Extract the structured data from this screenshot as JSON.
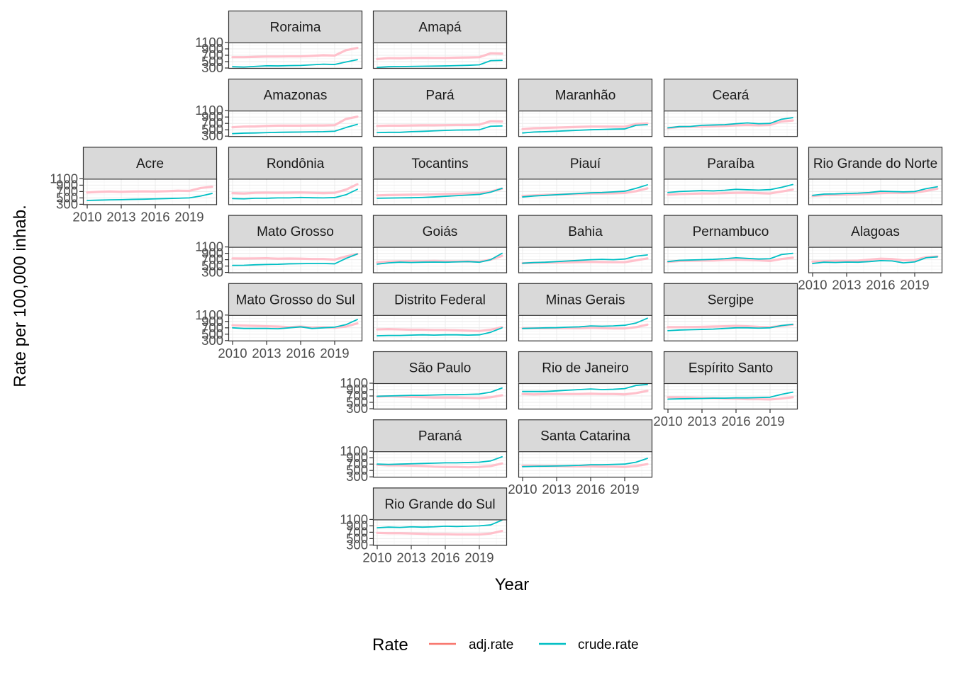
{
  "chart_data": {
    "type": "line",
    "facet_layout": "geofacet",
    "ylabel": "Rate per 100,000 inhab.",
    "xlabel": "Year",
    "x_ticks": [
      "2010",
      "2013",
      "2016",
      "2019"
    ],
    "y_ticks": [
      "300",
      "500",
      "700",
      "900",
      "1100"
    ],
    "ylim": [
      300,
      1100
    ],
    "xlim": [
      2010,
      2021
    ],
    "grid": true,
    "legend": {
      "title": "Rate",
      "position": "bottom",
      "entries": [
        {
          "name": "adj.rate",
          "color": "#F8766D"
        },
        {
          "name": "crude.rate",
          "color": "#00BFC4"
        }
      ]
    },
    "adj_rate_line_color": "#FFC0CB",
    "x": [
      2010,
      2011,
      2012,
      2013,
      2014,
      2015,
      2016,
      2017,
      2018,
      2019,
      2020,
      2021
    ],
    "panels": [
      {
        "name": "Roraima",
        "col": 2,
        "row": 0,
        "adj": [
          640,
          640,
          650,
          660,
          660,
          665,
          665,
          680,
          700,
          690,
          860,
          930
        ],
        "crude": [
          340,
          330,
          350,
          370,
          365,
          375,
          380,
          400,
          420,
          410,
          490,
          560
        ]
      },
      {
        "name": "Amapá",
        "col": 3,
        "row": 0,
        "adj": [
          580,
          610,
          605,
          615,
          620,
          615,
          615,
          625,
          630,
          640,
          760,
          750
        ],
        "crude": [
          320,
          340,
          345,
          350,
          355,
          360,
          365,
          375,
          385,
          400,
          530,
          540
        ]
      },
      {
        "name": "Amazonas",
        "col": 2,
        "row": 1,
        "adj": [
          580,
          600,
          605,
          620,
          630,
          630,
          630,
          635,
          635,
          645,
          840,
          910
        ],
        "crude": [
          380,
          395,
          400,
          410,
          420,
          425,
          430,
          435,
          440,
          455,
          570,
          670
        ]
      },
      {
        "name": "Pará",
        "col": 3,
        "row": 1,
        "adj": [
          620,
          630,
          630,
          635,
          640,
          640,
          645,
          650,
          650,
          660,
          770,
          760
        ],
        "crude": [
          410,
          420,
          420,
          440,
          450,
          465,
          480,
          490,
          495,
          500,
          610,
          620
        ]
      },
      {
        "name": "Maranhão",
        "col": 4,
        "row": 1,
        "adj": [
          520,
          550,
          560,
          570,
          580,
          590,
          600,
          600,
          600,
          595,
          680,
          700
        ],
        "crude": [
          400,
          430,
          440,
          455,
          470,
          485,
          500,
          510,
          520,
          525,
          640,
          660
        ]
      },
      {
        "name": "Ceará",
        "col": 5,
        "row": 1,
        "adj": [
          550,
          590,
          595,
          600,
          610,
          620,
          640,
          650,
          640,
          650,
          760,
          790
        ],
        "crude": [
          560,
          600,
          605,
          640,
          650,
          660,
          690,
          715,
          690,
          700,
          830,
          880
        ]
      },
      {
        "name": "Acre",
        "col": 1,
        "row": 2,
        "adj": [
          670,
          690,
          700,
          690,
          700,
          705,
          700,
          710,
          725,
          720,
          810,
          850
        ],
        "crude": [
          420,
          430,
          440,
          445,
          455,
          460,
          470,
          480,
          490,
          500,
          560,
          640
        ]
      },
      {
        "name": "Rondônia",
        "col": 2,
        "row": 2,
        "adj": [
          650,
          640,
          660,
          665,
          660,
          665,
          670,
          660,
          650,
          660,
          760,
          930
        ],
        "crude": [
          480,
          470,
          490,
          490,
          500,
          500,
          515,
          505,
          500,
          510,
          600,
          770
        ]
      },
      {
        "name": "Tocantins",
        "col": 3,
        "row": 2,
        "adj": [
          580,
          590,
          595,
          600,
          605,
          610,
          620,
          630,
          640,
          650,
          700,
          790
        ],
        "crude": [
          490,
          495,
          500,
          505,
          515,
          530,
          550,
          570,
          590,
          610,
          680,
          800
        ]
      },
      {
        "name": "Piauí",
        "col": 4,
        "row": 2,
        "adj": [
          560,
          580,
          595,
          605,
          615,
          625,
          635,
          640,
          645,
          655,
          710,
          800
        ],
        "crude": [
          530,
          560,
          580,
          600,
          620,
          640,
          660,
          670,
          690,
          710,
          800,
          910
        ]
      },
      {
        "name": "Paraíba",
        "col": 5,
        "row": 2,
        "adj": [
          600,
          620,
          630,
          640,
          640,
          650,
          660,
          665,
          650,
          640,
          700,
          760
        ],
        "crude": [
          670,
          700,
          715,
          730,
          720,
          740,
          770,
          755,
          745,
          760,
          830,
          920
        ]
      },
      {
        "name": "Rio Grande do Norte",
        "col": 6,
        "row": 2,
        "adj": [
          560,
          590,
          595,
          605,
          615,
          630,
          650,
          660,
          655,
          665,
          720,
          790
        ],
        "crude": [
          580,
          620,
          625,
          640,
          650,
          670,
          710,
          700,
          690,
          700,
          790,
          850
        ]
      },
      {
        "name": "Mato Grosso",
        "col": 2,
        "row": 3,
        "adj": [
          740,
          735,
          740,
          745,
          730,
          735,
          730,
          720,
          720,
          700,
          800,
          880
        ],
        "crude": [
          520,
          525,
          540,
          550,
          555,
          570,
          575,
          580,
          580,
          570,
          740,
          880
        ]
      },
      {
        "name": "Goiás",
        "col": 3,
        "row": 3,
        "adj": [
          610,
          640,
          650,
          655,
          650,
          660,
          650,
          645,
          650,
          640,
          700,
          820
        ],
        "crude": [
          560,
          600,
          620,
          610,
          620,
          625,
          620,
          630,
          640,
          620,
          700,
          900
        ]
      },
      {
        "name": "Bahia",
        "col": 4,
        "row": 3,
        "adj": [
          590,
          600,
          605,
          610,
          615,
          625,
          630,
          625,
          620,
          620,
          680,
          740
        ],
        "crude": [
          590,
          610,
          620,
          640,
          660,
          680,
          700,
          710,
          700,
          720,
          810,
          850
        ]
      },
      {
        "name": "Pernambuco",
        "col": 5,
        "row": 3,
        "adj": [
          630,
          660,
          665,
          670,
          675,
          690,
          700,
          690,
          680,
          660,
          720,
          760
        ],
        "crude": [
          640,
          680,
          690,
          700,
          710,
          730,
          760,
          740,
          720,
          730,
          860,
          900
        ]
      },
      {
        "name": "Alagoas",
        "col": 6,
        "row": 3,
        "adj": [
          640,
          650,
          660,
          660,
          670,
          700,
          730,
          720,
          680,
          690,
          780,
          800
        ],
        "crude": [
          580,
          620,
          610,
          625,
          620,
          640,
          670,
          660,
          600,
          630,
          760,
          790
        ]
      },
      {
        "name": "Mato Grosso do Sul",
        "col": 2,
        "row": 4,
        "adj": [
          780,
          770,
          760,
          750,
          740,
          720,
          740,
          710,
          720,
          700,
          740,
          840
        ],
        "crude": [
          700,
          680,
          680,
          680,
          670,
          700,
          730,
          680,
          700,
          720,
          800,
          960
        ]
      },
      {
        "name": "Distrito Federal",
        "col": 3,
        "row": 4,
        "adj": [
          650,
          660,
          650,
          640,
          640,
          630,
          630,
          620,
          610,
          600,
          640,
          720
        ],
        "crude": [
          450,
          460,
          460,
          470,
          480,
          470,
          480,
          480,
          470,
          480,
          560,
          700
        ]
      },
      {
        "name": "Minas Gerais",
        "col": 4,
        "row": 4,
        "adj": [
          690,
          690,
          690,
          690,
          690,
          690,
          700,
          690,
          680,
          680,
          720,
          800
        ],
        "crude": [
          680,
          690,
          700,
          705,
          720,
          730,
          760,
          750,
          760,
          780,
          850,
          1000
        ]
      },
      {
        "name": "Sergipe",
        "col": 5,
        "row": 4,
        "adj": [
          720,
          720,
          725,
          730,
          740,
          750,
          760,
          750,
          730,
          720,
          760,
          800
        ],
        "crude": [
          610,
          630,
          640,
          650,
          660,
          680,
          700,
          700,
          690,
          700,
          770,
          810
        ]
      },
      {
        "name": "São Paulo",
        "col": 3,
        "row": 5,
        "adj": [
          680,
          690,
          680,
          670,
          660,
          650,
          650,
          650,
          640,
          630,
          660,
          720
        ],
        "crude": [
          690,
          700,
          710,
          720,
          720,
          730,
          740,
          740,
          750,
          760,
          820,
          950
        ]
      },
      {
        "name": "Rio de Janeiro",
        "col": 4,
        "row": 5,
        "adj": [
          760,
          750,
          760,
          760,
          760,
          760,
          770,
          760,
          760,
          750,
          790,
          860
        ],
        "crude": [
          840,
          840,
          840,
          860,
          880,
          900,
          920,
          900,
          910,
          930,
          1030,
          1060
        ]
      },
      {
        "name": "Espírito Santo",
        "col": 5,
        "row": 5,
        "adj": [
          660,
          660,
          650,
          640,
          630,
          620,
          610,
          600,
          600,
          590,
          620,
          660
        ],
        "crude": [
          600,
          610,
          615,
          620,
          630,
          630,
          640,
          640,
          650,
          660,
          750,
          820
        ]
      },
      {
        "name": "Paraná",
        "col": 3,
        "row": 6,
        "adj": [
          680,
          660,
          660,
          650,
          640,
          620,
          610,
          610,
          600,
          610,
          640,
          720
        ],
        "crude": [
          700,
          690,
          700,
          710,
          720,
          730,
          740,
          740,
          750,
          760,
          800,
          930
        ]
      },
      {
        "name": "Santa Catarina",
        "col": 4,
        "row": 6,
        "adj": [
          650,
          650,
          640,
          640,
          630,
          630,
          630,
          620,
          620,
          610,
          640,
          700
        ],
        "crude": [
          620,
          630,
          635,
          640,
          650,
          660,
          680,
          680,
          690,
          700,
          760,
          880
        ]
      },
      {
        "name": "Rio Grande do Sul",
        "col": 3,
        "row": 7,
        "adj": [
          680,
          670,
          670,
          660,
          650,
          640,
          640,
          630,
          630,
          630,
          660,
          740
        ],
        "crude": [
          840,
          860,
          850,
          870,
          860,
          870,
          890,
          880,
          890,
          900,
          930,
          1080
        ]
      }
    ],
    "x_axis_label_panels": [
      "Acre",
      "Alagoas",
      "Mato Grosso do Sul",
      "Espírito Santo",
      "Santa Catarina",
      "Rio Grande do Sul"
    ],
    "y_axis_label_panels": [
      "Roraima",
      "Amazonas",
      "Acre",
      "Mato Grosso",
      "Mato Grosso do Sul",
      "São Paulo",
      "Paraná",
      "Rio Grande do Sul"
    ]
  }
}
